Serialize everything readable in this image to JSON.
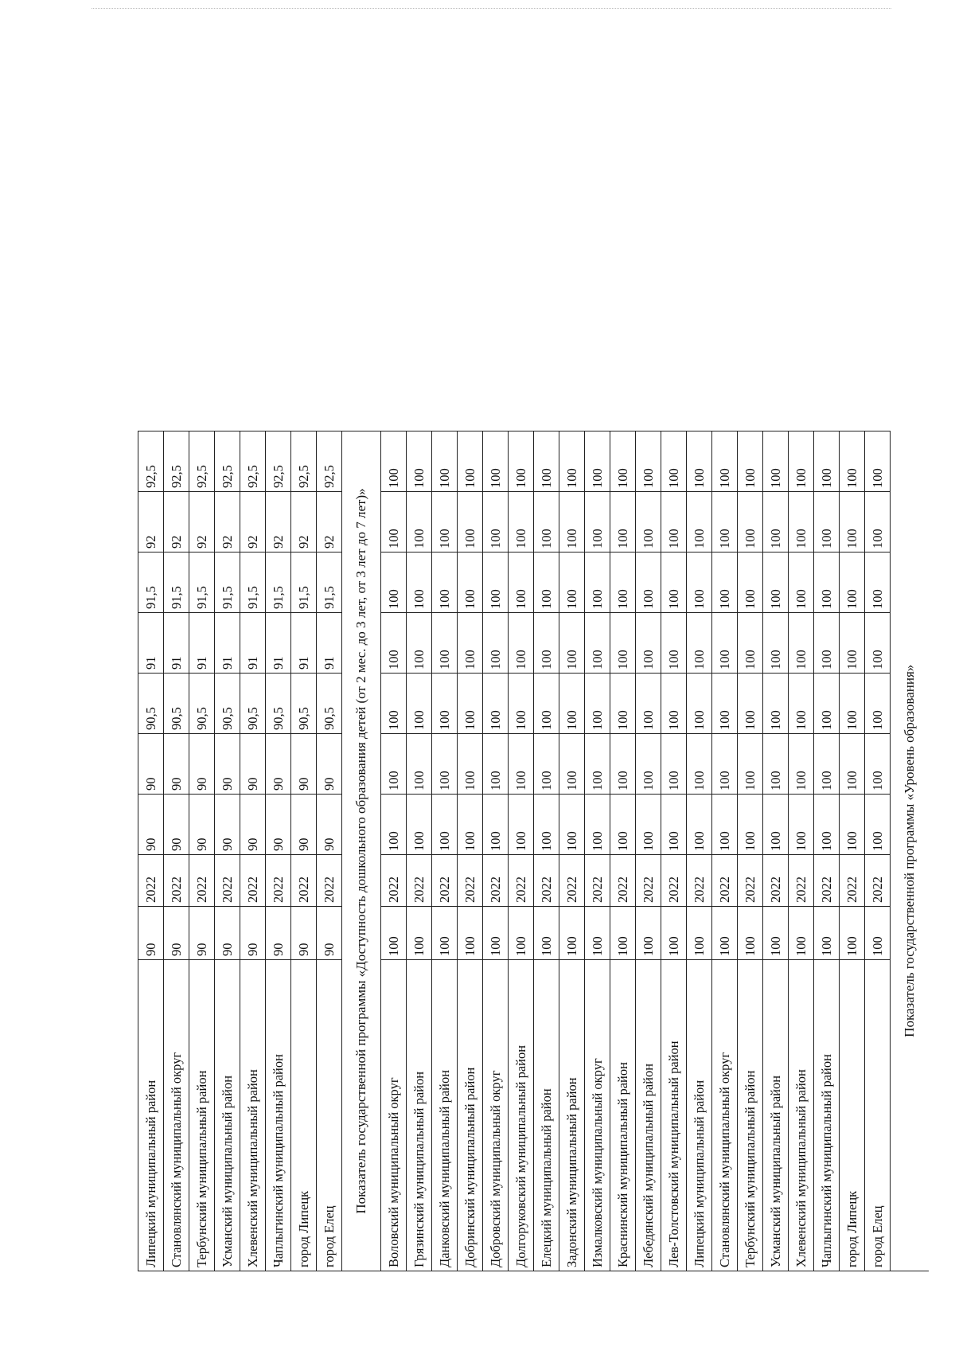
{
  "top_rows": [
    {
      "name": "Липецкий муниципальный район",
      "v": [
        "90",
        "2022",
        "90",
        "90",
        "90,5",
        "91",
        "91,5",
        "92",
        "92,5"
      ]
    },
    {
      "name": "Становлянский муниципальный округ",
      "v": [
        "90",
        "2022",
        "90",
        "90",
        "90,5",
        "91",
        "91,5",
        "92",
        "92,5"
      ]
    },
    {
      "name": "Тербунский муниципальный район",
      "v": [
        "90",
        "2022",
        "90",
        "90",
        "90,5",
        "91",
        "91,5",
        "92",
        "92,5"
      ]
    },
    {
      "name": "Усманский муниципальный район",
      "v": [
        "90",
        "2022",
        "90",
        "90",
        "90,5",
        "91",
        "91,5",
        "92",
        "92,5"
      ]
    },
    {
      "name": "Хлевенский муниципальный район",
      "v": [
        "90",
        "2022",
        "90",
        "90",
        "90,5",
        "91",
        "91,5",
        "92",
        "92,5"
      ]
    },
    {
      "name": "Чаплыгинский муниципальный район",
      "v": [
        "90",
        "2022",
        "90",
        "90",
        "90,5",
        "91",
        "91,5",
        "92",
        "92,5"
      ]
    },
    {
      "name": "город Липецк",
      "v": [
        "90",
        "2022",
        "90",
        "90",
        "90,5",
        "91",
        "91,5",
        "92",
        "92,5"
      ]
    },
    {
      "name": "город Елец",
      "v": [
        "90",
        "2022",
        "90",
        "90",
        "90,5",
        "91",
        "91,5",
        "92",
        "92,5"
      ]
    }
  ],
  "section1_title": "Показатель государственной программы «Доступность дошкольного образования детей (от 2 мес. до 3 лет, от 3 лет до 7 лет)»",
  "section1_rows": [
    {
      "name": "Воловский муниципальный округ",
      "v": [
        "100",
        "2022",
        "100",
        "100",
        "100",
        "100",
        "100",
        "100",
        "100"
      ]
    },
    {
      "name": "Грязинский муниципальный район",
      "v": [
        "100",
        "2022",
        "100",
        "100",
        "100",
        "100",
        "100",
        "100",
        "100"
      ]
    },
    {
      "name": "Данковский муниципальный район",
      "v": [
        "100",
        "2022",
        "100",
        "100",
        "100",
        "100",
        "100",
        "100",
        "100"
      ]
    },
    {
      "name": "Добринский муниципальный район",
      "v": [
        "100",
        "2022",
        "100",
        "100",
        "100",
        "100",
        "100",
        "100",
        "100"
      ]
    },
    {
      "name": "Добровский муниципальный округ",
      "v": [
        "100",
        "2022",
        "100",
        "100",
        "100",
        "100",
        "100",
        "100",
        "100"
      ]
    },
    {
      "name": "Долгоруковский муниципальный район",
      "v": [
        "100",
        "2022",
        "100",
        "100",
        "100",
        "100",
        "100",
        "100",
        "100"
      ]
    },
    {
      "name": "Елецкий муниципальный район",
      "v": [
        "100",
        "2022",
        "100",
        "100",
        "100",
        "100",
        "100",
        "100",
        "100"
      ]
    },
    {
      "name": "Задонский муниципальный район",
      "v": [
        "100",
        "2022",
        "100",
        "100",
        "100",
        "100",
        "100",
        "100",
        "100"
      ]
    },
    {
      "name": "Измалковский муниципальный округ",
      "v": [
        "100",
        "2022",
        "100",
        "100",
        "100",
        "100",
        "100",
        "100",
        "100"
      ]
    },
    {
      "name": "Краснинский муниципальный район",
      "v": [
        "100",
        "2022",
        "100",
        "100",
        "100",
        "100",
        "100",
        "100",
        "100"
      ]
    },
    {
      "name": "Лебедянский муниципальный район",
      "v": [
        "100",
        "2022",
        "100",
        "100",
        "100",
        "100",
        "100",
        "100",
        "100"
      ]
    },
    {
      "name": "Лев-Толстовский муниципальный район",
      "v": [
        "100",
        "2022",
        "100",
        "100",
        "100",
        "100",
        "100",
        "100",
        "100"
      ]
    },
    {
      "name": "Липецкий муниципальный район",
      "v": [
        "100",
        "2022",
        "100",
        "100",
        "100",
        "100",
        "100",
        "100",
        "100"
      ]
    },
    {
      "name": "Становлянский муниципальный округ",
      "v": [
        "100",
        "2022",
        "100",
        "100",
        "100",
        "100",
        "100",
        "100",
        "100"
      ]
    },
    {
      "name": "Тербунский муниципальный район",
      "v": [
        "100",
        "2022",
        "100",
        "100",
        "100",
        "100",
        "100",
        "100",
        "100"
      ]
    },
    {
      "name": "Усманский муниципальный район",
      "v": [
        "100",
        "2022",
        "100",
        "100",
        "100",
        "100",
        "100",
        "100",
        "100"
      ]
    },
    {
      "name": "Хлевенский муниципальный район",
      "v": [
        "100",
        "2022",
        "100",
        "100",
        "100",
        "100",
        "100",
        "100",
        "100"
      ]
    },
    {
      "name": "Чаплыгинский муниципальный район",
      "v": [
        "100",
        "2022",
        "100",
        "100",
        "100",
        "100",
        "100",
        "100",
        "100"
      ]
    },
    {
      "name": "город Липецк",
      "v": [
        "100",
        "2022",
        "100",
        "100",
        "100",
        "100",
        "100",
        "100",
        "100"
      ]
    },
    {
      "name": "город Елец",
      "v": [
        "100",
        "2022",
        "100",
        "100",
        "100",
        "100",
        "100",
        "100",
        "100"
      ]
    }
  ],
  "section2_title": "Показатель государственной программы «Уровень образования»"
}
